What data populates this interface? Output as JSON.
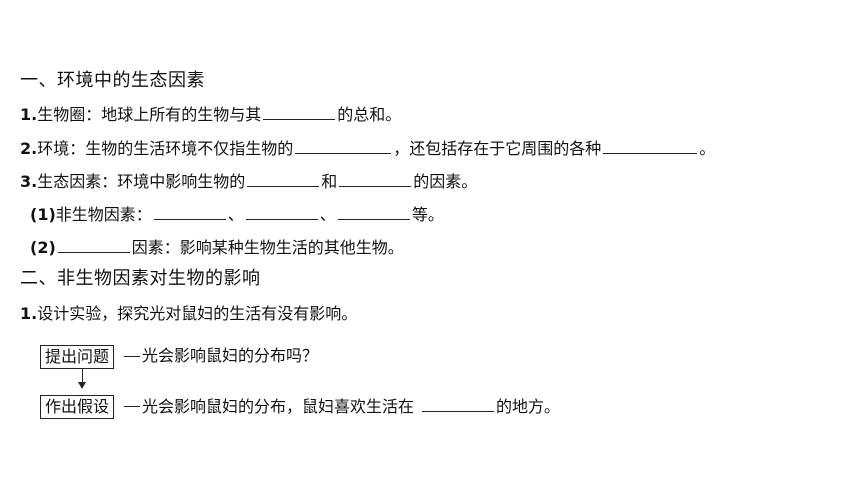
{
  "section1": {
    "title": "一、环境中的生态因素",
    "item1": {
      "num": "1.",
      "text_a": "生物圈：地球上所有的生物与其",
      "text_b": "的总和。"
    },
    "item2": {
      "num": "2.",
      "text_a": "环境：生物的生活环境不仅指生物的",
      "text_b": "，还包括存在于它周围的各种",
      "text_c": "。"
    },
    "item3": {
      "num": "3.",
      "text_a": "生态因素：环境中影响生物的",
      "text_b": "和",
      "text_c": "的因素。"
    },
    "sub1": {
      "num": "(1)",
      "text_a": "非生物因素：",
      "sep1": "、",
      "sep2": "、",
      "text_b": "等。"
    },
    "sub2": {
      "num": "(2)",
      "text_a": "因素：影响某种生物生活的其他生物。"
    }
  },
  "section2": {
    "title": "二、非生物因素对生物的影响",
    "item1": {
      "num": "1.",
      "text": "设计实验，探究光对鼠妇的生活有没有影响。"
    },
    "flow": {
      "box1": "提出问题",
      "text1": "光会影响鼠妇的分布吗？",
      "box2": "作出假设",
      "text2_a": "光会影响鼠妇的分布，鼠妇喜欢生活在",
      "text2_b": "的地方。"
    }
  }
}
